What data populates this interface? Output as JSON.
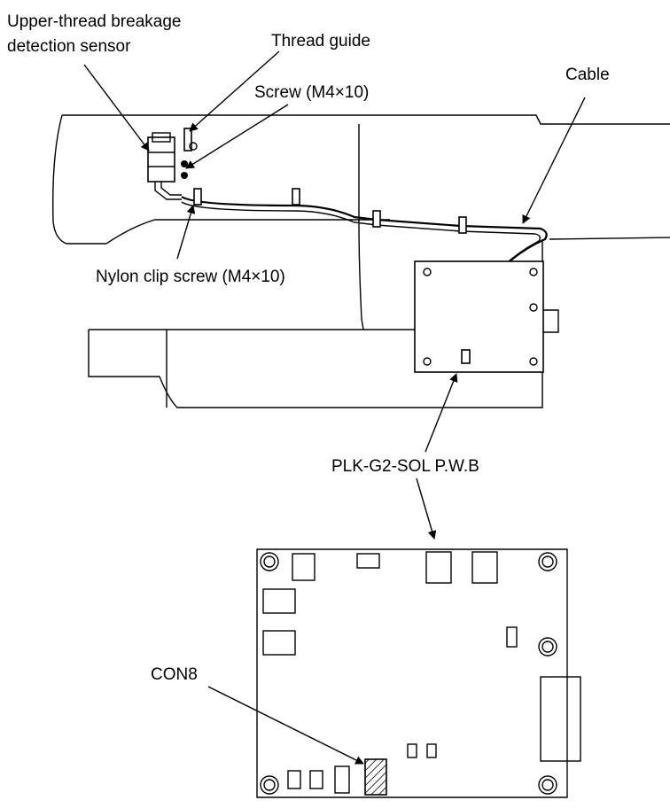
{
  "labels": {
    "sensor_line1": "Upper-thread  breakage",
    "sensor_line2": "detection sensor",
    "thread_guide": "Thread guide",
    "screw": "Screw (M4×10)",
    "cable": "Cable",
    "nylon_clip": "Nylon clip screw (M4×10)",
    "pwb": "PLK-G2-SOL P.W.B",
    "con8": "CON8"
  }
}
